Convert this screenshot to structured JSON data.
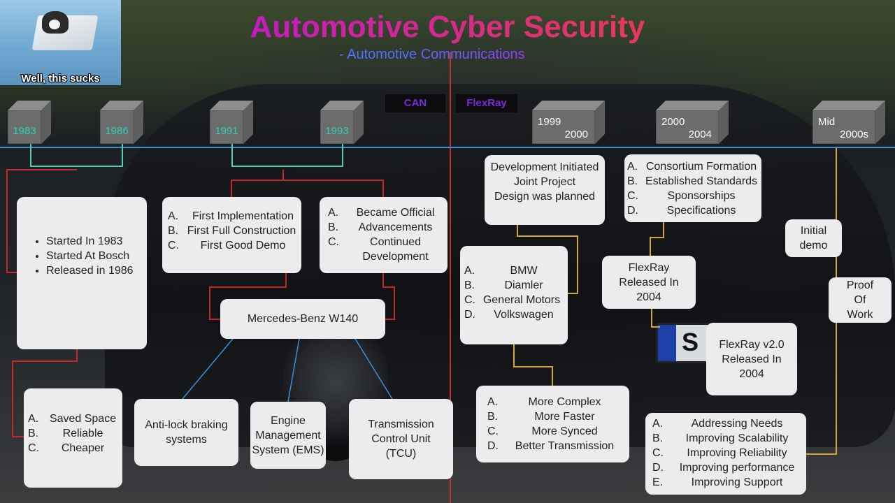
{
  "header": {
    "title": "Automotive Cyber Security",
    "subtitle": "- Automotive Communications"
  },
  "meme": {
    "caption": "Well, this sucks"
  },
  "plate": {
    "text": "S"
  },
  "tags": {
    "can": "CAN",
    "flexray": "FlexRay"
  },
  "timeline": {
    "can_years": [
      "1983",
      "1986",
      "1991",
      "1993"
    ],
    "flexray_periods": [
      {
        "line1": "1999",
        "line2": "2000"
      },
      {
        "line1": "2000",
        "line2": "2004"
      },
      {
        "line1": "Mid",
        "line2": "2000s"
      }
    ]
  },
  "can": {
    "bosch_box": [
      "Started In 1983",
      "Started At Bosch",
      "Released in 1986"
    ],
    "benefits": [
      {
        "m": "A.",
        "t": "Saved Space"
      },
      {
        "m": "B.",
        "t": "Reliable"
      },
      {
        "m": "C.",
        "t": "Cheaper"
      }
    ],
    "implementation": [
      {
        "m": "A.",
        "t": "First Implementation"
      },
      {
        "m": "B.",
        "t": "First Full Construction"
      },
      {
        "m": "C.",
        "t": "First Good Demo"
      }
    ],
    "official": [
      {
        "m": "A.",
        "t": "Became Official"
      },
      {
        "m": "B.",
        "t": "Advancements"
      },
      {
        "m": "C.",
        "t": "Continued Development"
      }
    ],
    "vehicle": "Mercedes-Benz W140",
    "systems": {
      "abs": "Anti-lock braking systems",
      "ems": "Engine Management System (EMS)",
      "tcu": "Transmission Control Unit (TCU)"
    }
  },
  "flexray": {
    "initiated": [
      "Development Initiated",
      "Joint Project",
      "Design was planned"
    ],
    "members": [
      {
        "m": "A.",
        "t": "BMW"
      },
      {
        "m": "B.",
        "t": "Diamler"
      },
      {
        "m": "C.",
        "t": "General Motors"
      },
      {
        "m": "D.",
        "t": "Volkswagen"
      }
    ],
    "improvements": [
      {
        "m": "A.",
        "t": "More Complex"
      },
      {
        "m": "B.",
        "t": "More Faster"
      },
      {
        "m": "C.",
        "t": "More Synced"
      },
      {
        "m": "D.",
        "t": "Better Transmission"
      }
    ],
    "consortium": [
      {
        "m": "A.",
        "t": "Consortium Formation"
      },
      {
        "m": "B.",
        "t": "Established Standards"
      },
      {
        "m": "C.",
        "t": "Sponsorships"
      },
      {
        "m": "D.",
        "t": "Specifications"
      }
    ],
    "released": "FlexRay Released In 2004",
    "v2": "FlexRay v2.0 Released In 2004",
    "goals": [
      {
        "m": "A.",
        "t": "Addressing Needs"
      },
      {
        "m": "B.",
        "t": "Improving Scalability"
      },
      {
        "m": "C.",
        "t": "Improving Reliability"
      },
      {
        "m": "D.",
        "t": "Improving performance"
      },
      {
        "m": "E.",
        "t": "Improving Support"
      }
    ],
    "initial_demo": "Initial demo",
    "proof": "Proof Of Work"
  },
  "colors": {
    "can_connector": "#c62828",
    "flexray_connector": "#d4a72c",
    "year_connector": "#4fd1b8",
    "system_connector": "#3a8fd9",
    "title_gradient": [
      "#c318c9",
      "#e6385b"
    ]
  }
}
